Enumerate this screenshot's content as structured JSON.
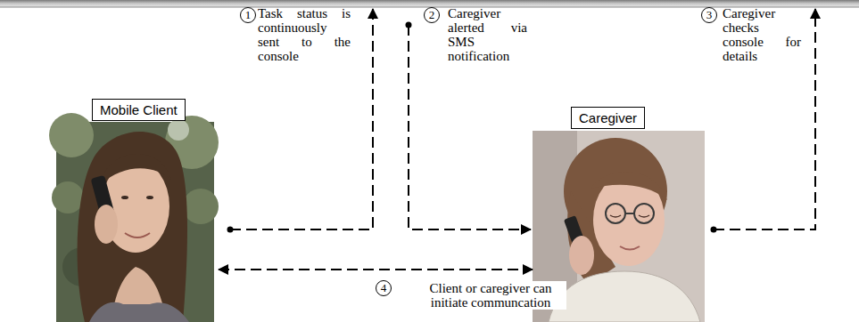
{
  "diagram": {
    "nodes": [
      {
        "text": [
          "Mobile Client"
        ]
      },
      {
        "text": [
          "Caregiver"
        ]
      }
    ],
    "edges": [
      {
        "from": 0,
        "to": 1,
        "arrow": "both",
        "label": "Client or caregiver can initiate communcation"
      }
    ],
    "labels": [
      "1",
      "Task status is continuously sent to the console",
      "2",
      "Caregiver alerted via SMS notification",
      "3",
      "Caregiver checks console for details",
      "4"
    ]
  }
}
